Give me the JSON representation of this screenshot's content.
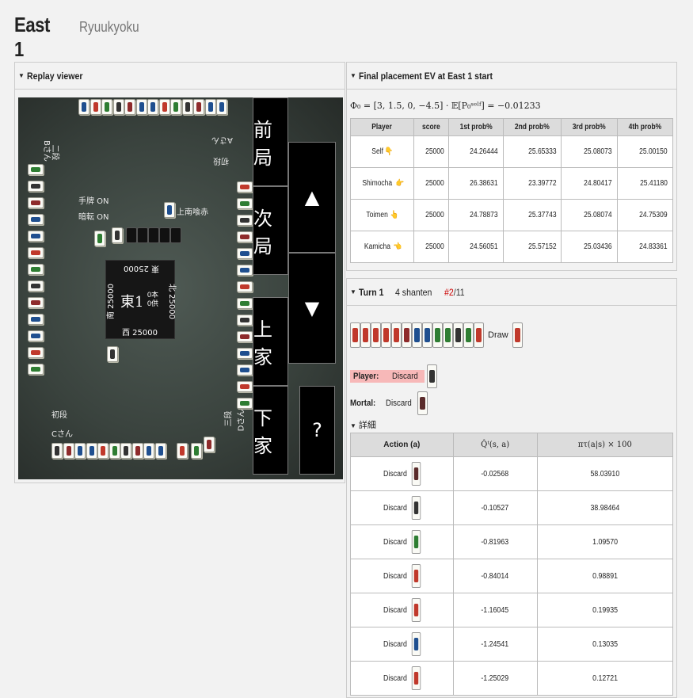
{
  "header": {
    "title": "East 1",
    "subtitle": "Ryuukyoku"
  },
  "replay": {
    "heading": "Replay viewer",
    "controls": {
      "prev_round": "前局",
      "next_round": "次局",
      "up": "▲",
      "down": "▼",
      "kamicha": "上家",
      "shimocha": "下家",
      "help": "?"
    },
    "board": {
      "player_top": "Aさん",
      "player_top_rank": "初段",
      "player_left": "Bさん",
      "player_left_rank": "二段",
      "player_bottom": "Cさん",
      "player_bottom_rank": "初段",
      "player_right": "Dさん",
      "player_right_rank": "三段",
      "option_tsumo": "手牌 ON",
      "option_dark": "暗転 ON",
      "rules": "上南喰赤",
      "round": "東1",
      "honba": "0本",
      "kyotaku": "0供",
      "score_top": "東 25000",
      "score_left": "南 25000",
      "score_right": "北 25000",
      "score_bottom": "西 25000"
    }
  },
  "ev": {
    "heading": "Final placement EV at East 1 start",
    "formula": "Φ₀ = [3, 1.5, 0, −4.5] · 𝔼[P₀ˢᵉˡᶠ] = −0.01233",
    "columns": [
      "Player",
      "score",
      "1st prob%",
      "2nd prob%",
      "3rd prob%",
      "4th prob%"
    ],
    "rows": [
      {
        "player": "Self",
        "score": "25000",
        "p1": "24.26444",
        "p2": "25.65333",
        "p3": "25.08073",
        "p4": "25.00150"
      },
      {
        "player": "Shimocha",
        "score": "25000",
        "p1": "26.38631",
        "p2": "23.39772",
        "p3": "24.80417",
        "p4": "25.41180"
      },
      {
        "player": "Toimen",
        "score": "25000",
        "p1": "24.78873",
        "p2": "25.37743",
        "p3": "25.08074",
        "p4": "24.75309"
      },
      {
        "player": "Kamicha",
        "score": "25000",
        "p1": "24.56051",
        "p2": "25.57152",
        "p3": "25.03436",
        "p4": "24.83361"
      }
    ],
    "hand_icons": [
      "pointing-down-hand-icon",
      "pointing-right-hand-icon",
      "pointing-up-hand-icon",
      "pointing-left-hand-icon"
    ]
  },
  "turn": {
    "label": "Turn 1",
    "shanten": "4 shanten",
    "index_hash": "#2",
    "index_total": "/11",
    "draw_label": "Draw",
    "player_label": "Player:",
    "player_action": "Discard",
    "mortal_label": "Mortal:",
    "mortal_action": "Discard",
    "detail_label": "詳細",
    "columns": [
      "Action (a)",
      "Q̂ᵗ(s, a)",
      "πτ(a|s) × 100"
    ],
    "actions": [
      {
        "action": "Discard",
        "q": "-0.02568",
        "pi": "58.03910"
      },
      {
        "action": "Discard",
        "q": "-0.10527",
        "pi": "38.98464"
      },
      {
        "action": "Discard",
        "q": "-0.81963",
        "pi": "1.09570"
      },
      {
        "action": "Discard",
        "q": "-0.84014",
        "pi": "0.98891"
      },
      {
        "action": "Discard",
        "q": "-1.16045",
        "pi": "0.19935"
      },
      {
        "action": "Discard",
        "q": "-1.24541",
        "pi": "0.13035"
      },
      {
        "action": "Discard",
        "q": "-1.25029",
        "pi": "0.12721"
      }
    ]
  }
}
